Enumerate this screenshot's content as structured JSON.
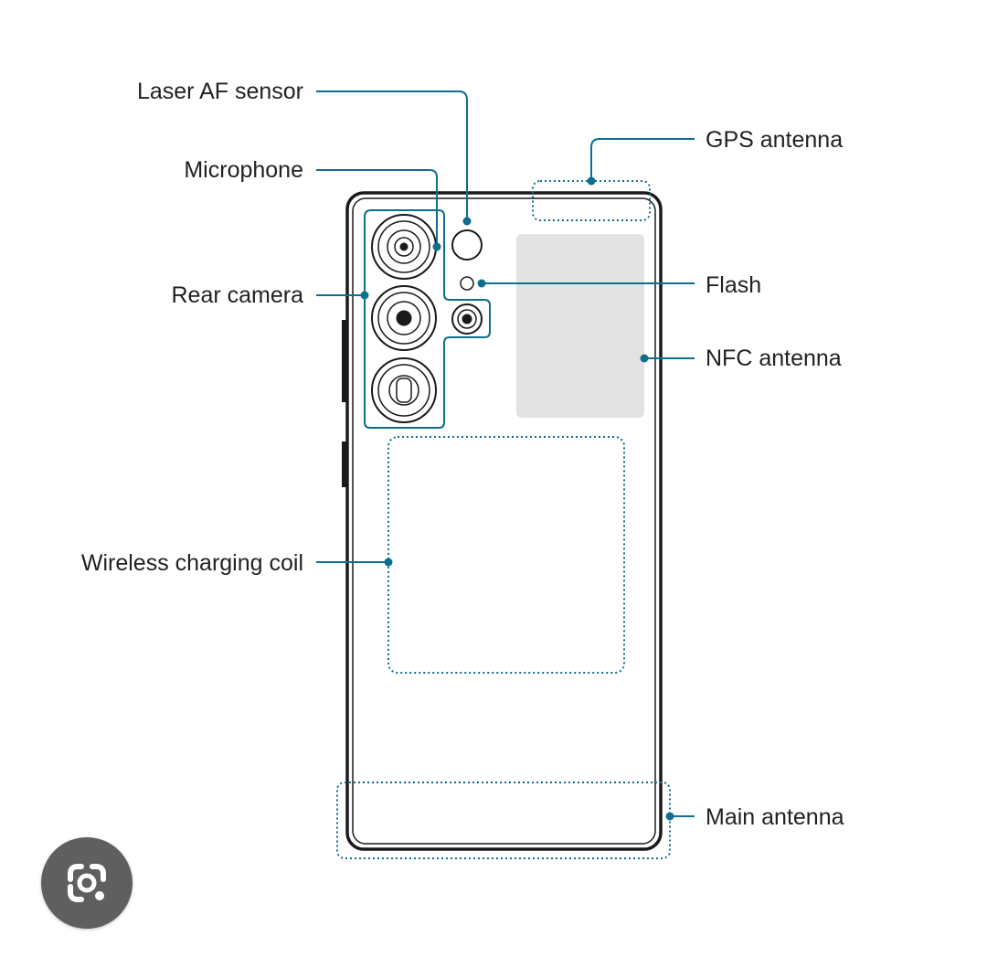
{
  "labels": {
    "laser_af_sensor": "Laser AF sensor",
    "microphone": "Microphone",
    "rear_camera": "Rear camera",
    "wireless_charging_coil": "Wireless charging coil",
    "gps_antenna": "GPS antenna",
    "flash": "Flash",
    "nfc_antenna": "NFC antenna",
    "main_antenna": "Main antenna"
  },
  "colors": {
    "leader": "#0e6e8e",
    "outline": "#1a1a1a",
    "nfc_fill": "#e3e3e3",
    "fab_bg": "#5f5f5f",
    "fab_icon": "#ffffff"
  },
  "icons": {
    "lens_button": "google-lens-icon"
  }
}
